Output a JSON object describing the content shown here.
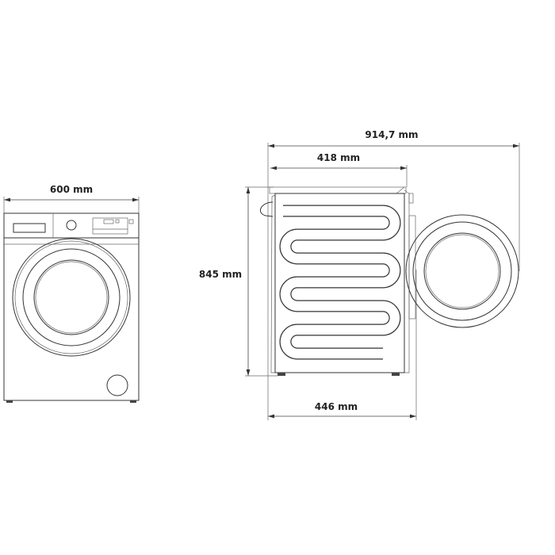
{
  "dimensions": {
    "width": "600 mm",
    "height": "845 mm",
    "depth_door_open": "914,7 mm",
    "depth_body": "418 mm",
    "depth_total": "446 mm"
  },
  "colors": {
    "line": "#333333",
    "background": "#ffffff"
  }
}
